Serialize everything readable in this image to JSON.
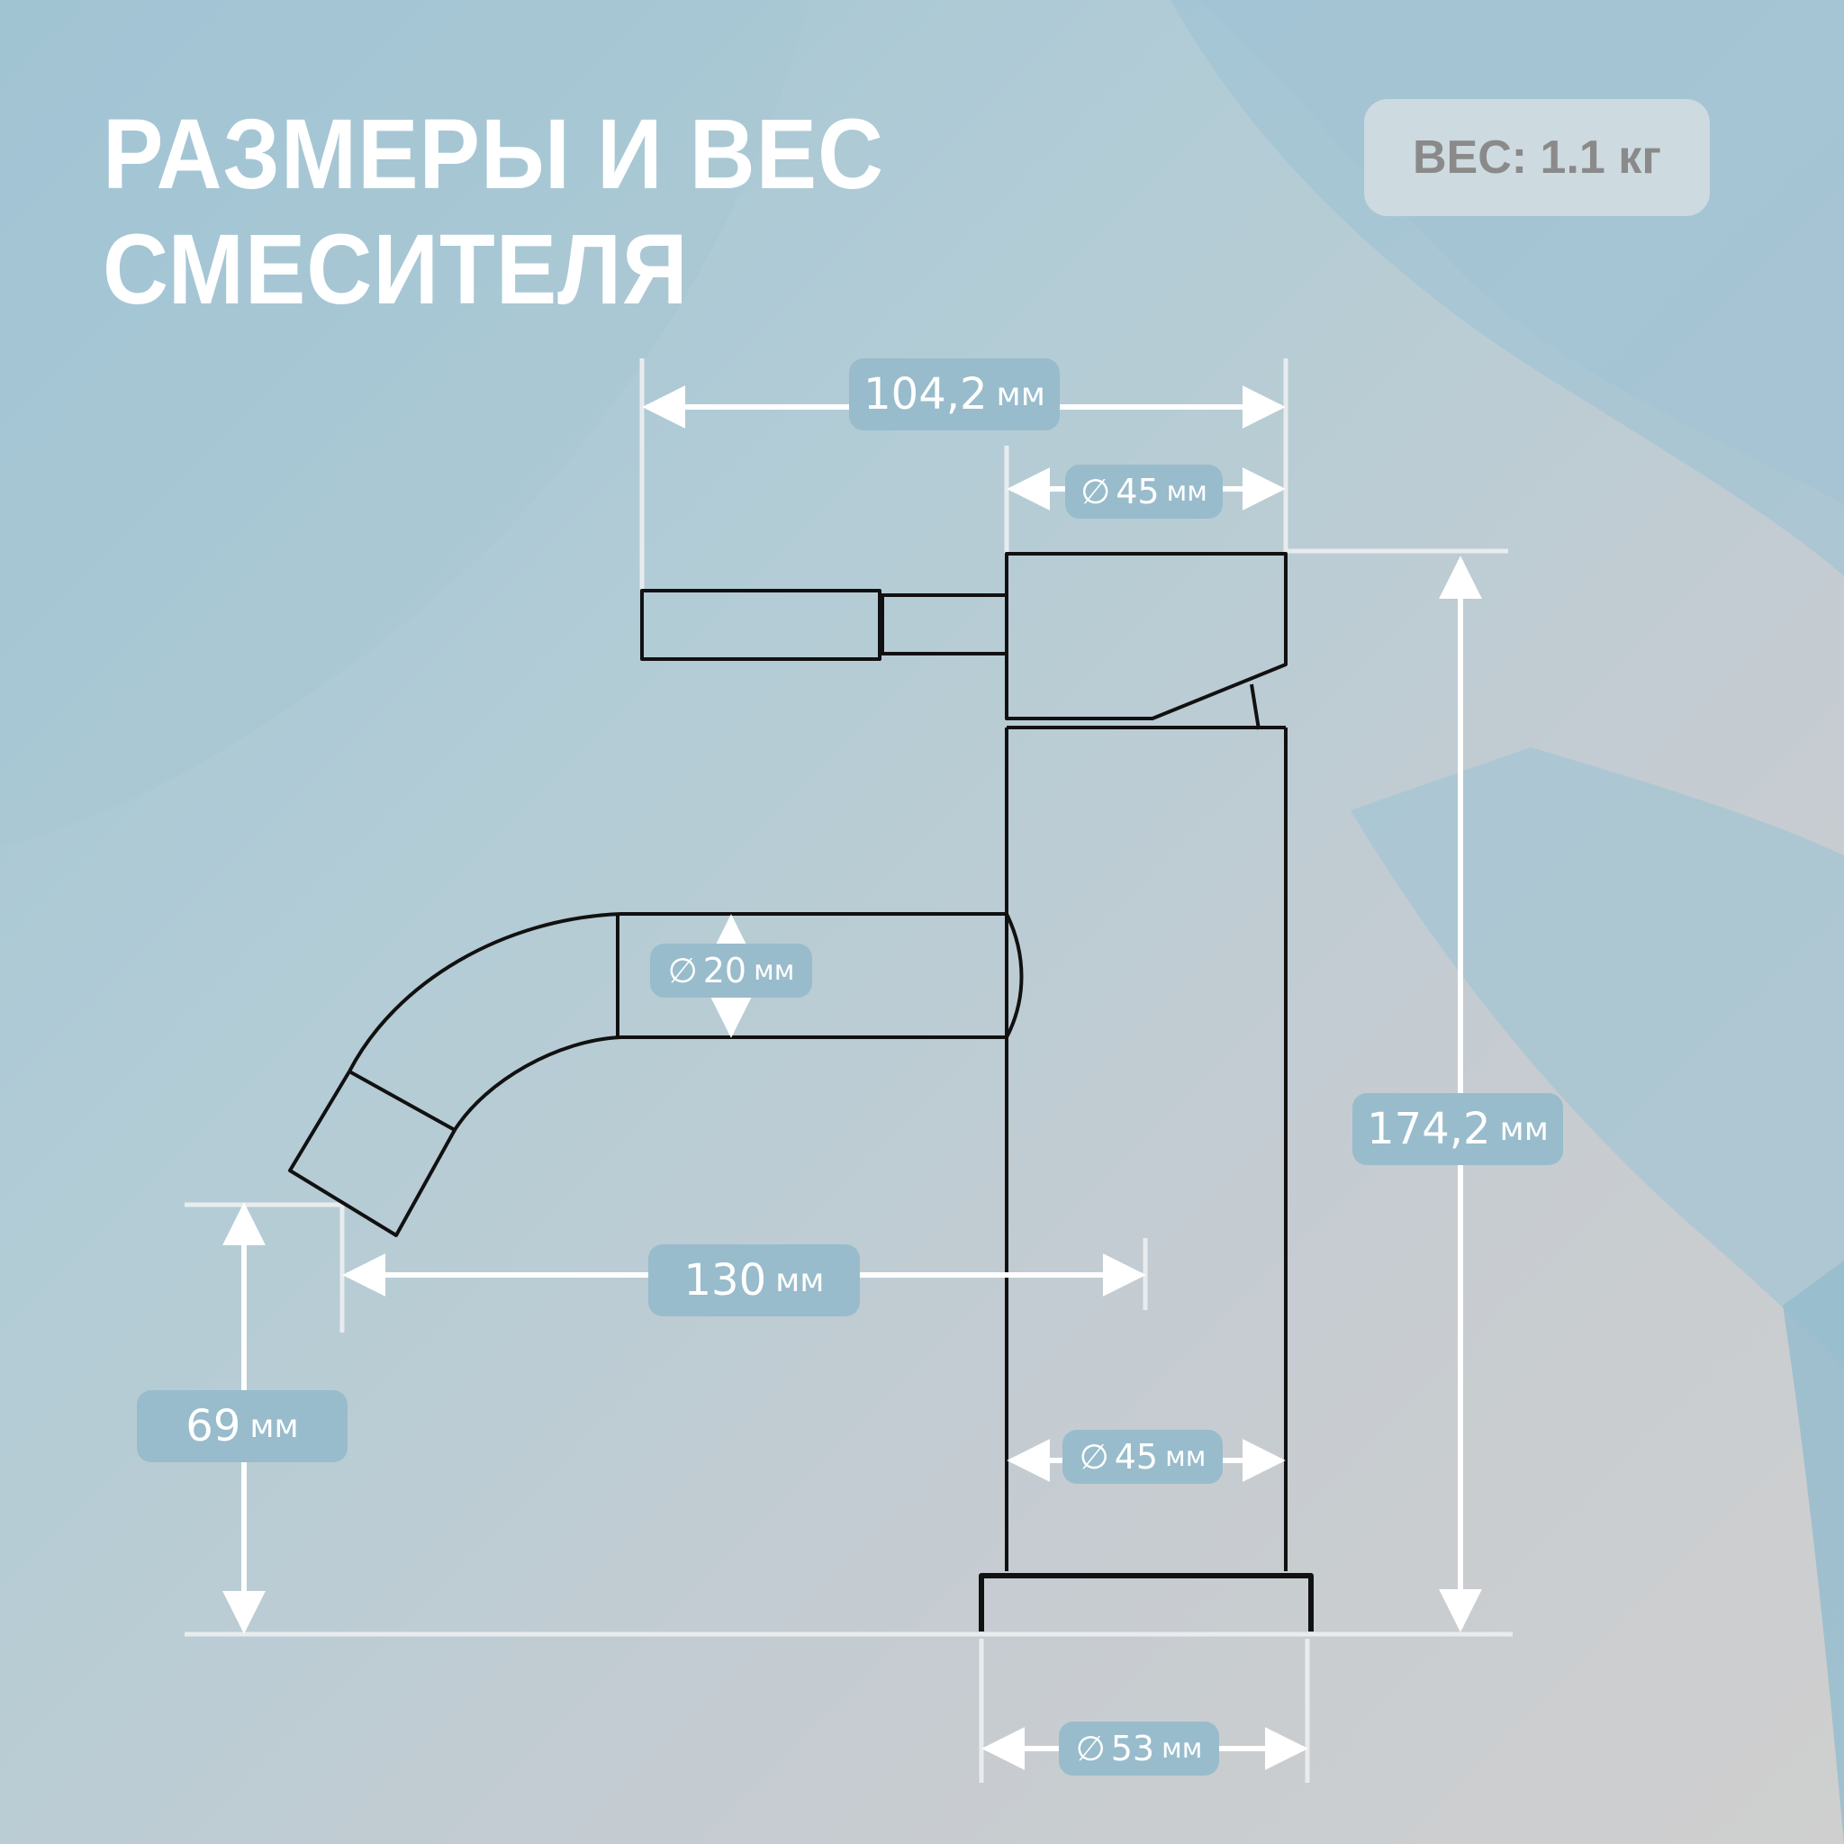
{
  "title": {
    "line1": "РАЗМЕРЫ И ВЕС",
    "line2": "СМЕСИТЕЛЯ"
  },
  "weight_badge": {
    "text": "ВЕС: 1.1 кг"
  },
  "dimensions": {
    "total_width": {
      "value": "104,2",
      "unit": "мм"
    },
    "handle_diameter": {
      "symbol": "∅",
      "value": "45",
      "unit": "мм"
    },
    "spout_diameter": {
      "symbol": "∅",
      "value": "20",
      "unit": "мм"
    },
    "total_height": {
      "value": "174,2",
      "unit": "мм"
    },
    "spout_reach": {
      "value": "130",
      "unit": "мм"
    },
    "spout_height": {
      "value": "69",
      "unit": "мм"
    },
    "body_diameter": {
      "symbol": "∅",
      "value": "45",
      "unit": "мм"
    },
    "base_diameter": {
      "symbol": "∅",
      "value": "53",
      "unit": "мм"
    }
  },
  "colors": {
    "label_bg": "#98bccb",
    "label_text": "#ffffff",
    "background_blue": "#a8c8d6",
    "background_gray": "#cdcdcd",
    "outline": "#111111",
    "dimension_line": "#ffffff"
  }
}
